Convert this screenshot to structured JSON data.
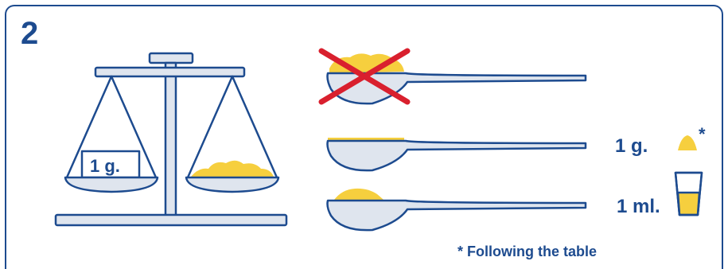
{
  "step_number": "2",
  "scale": {
    "weight_label": "1 g."
  },
  "measures": {
    "powder_label": "1 g.",
    "liquid_label": "1 ml.",
    "asterisk": "*"
  },
  "footnote": "* Following the table",
  "colors": {
    "outline": "#1d4b8f",
    "fill_light": "#dfe5ee",
    "powder": "#f6cf3e",
    "cross": "#d9202e"
  }
}
